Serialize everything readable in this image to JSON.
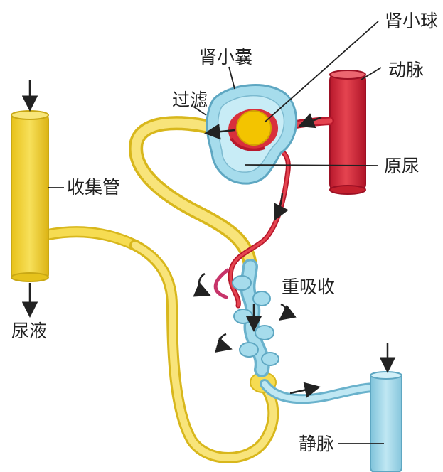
{
  "labels": {
    "glomerulus": "肾小球",
    "capsule": "肾小囊",
    "artery": "动脉",
    "filtration": "过滤",
    "primary_urine": "原尿",
    "collecting_duct": "收集管",
    "reabsorption": "重吸收",
    "urine": "尿液",
    "vein": "静脉"
  },
  "colors": {
    "artery": "#d9303c",
    "artery_dark": "#a8142a",
    "vein": "#a6dcec",
    "vein_dark": "#6ab2cc",
    "tubule": "#f6dc52",
    "tubule_dark": "#d8b71c",
    "glomerulus": "#f3c400",
    "arrow": "#222222"
  }
}
